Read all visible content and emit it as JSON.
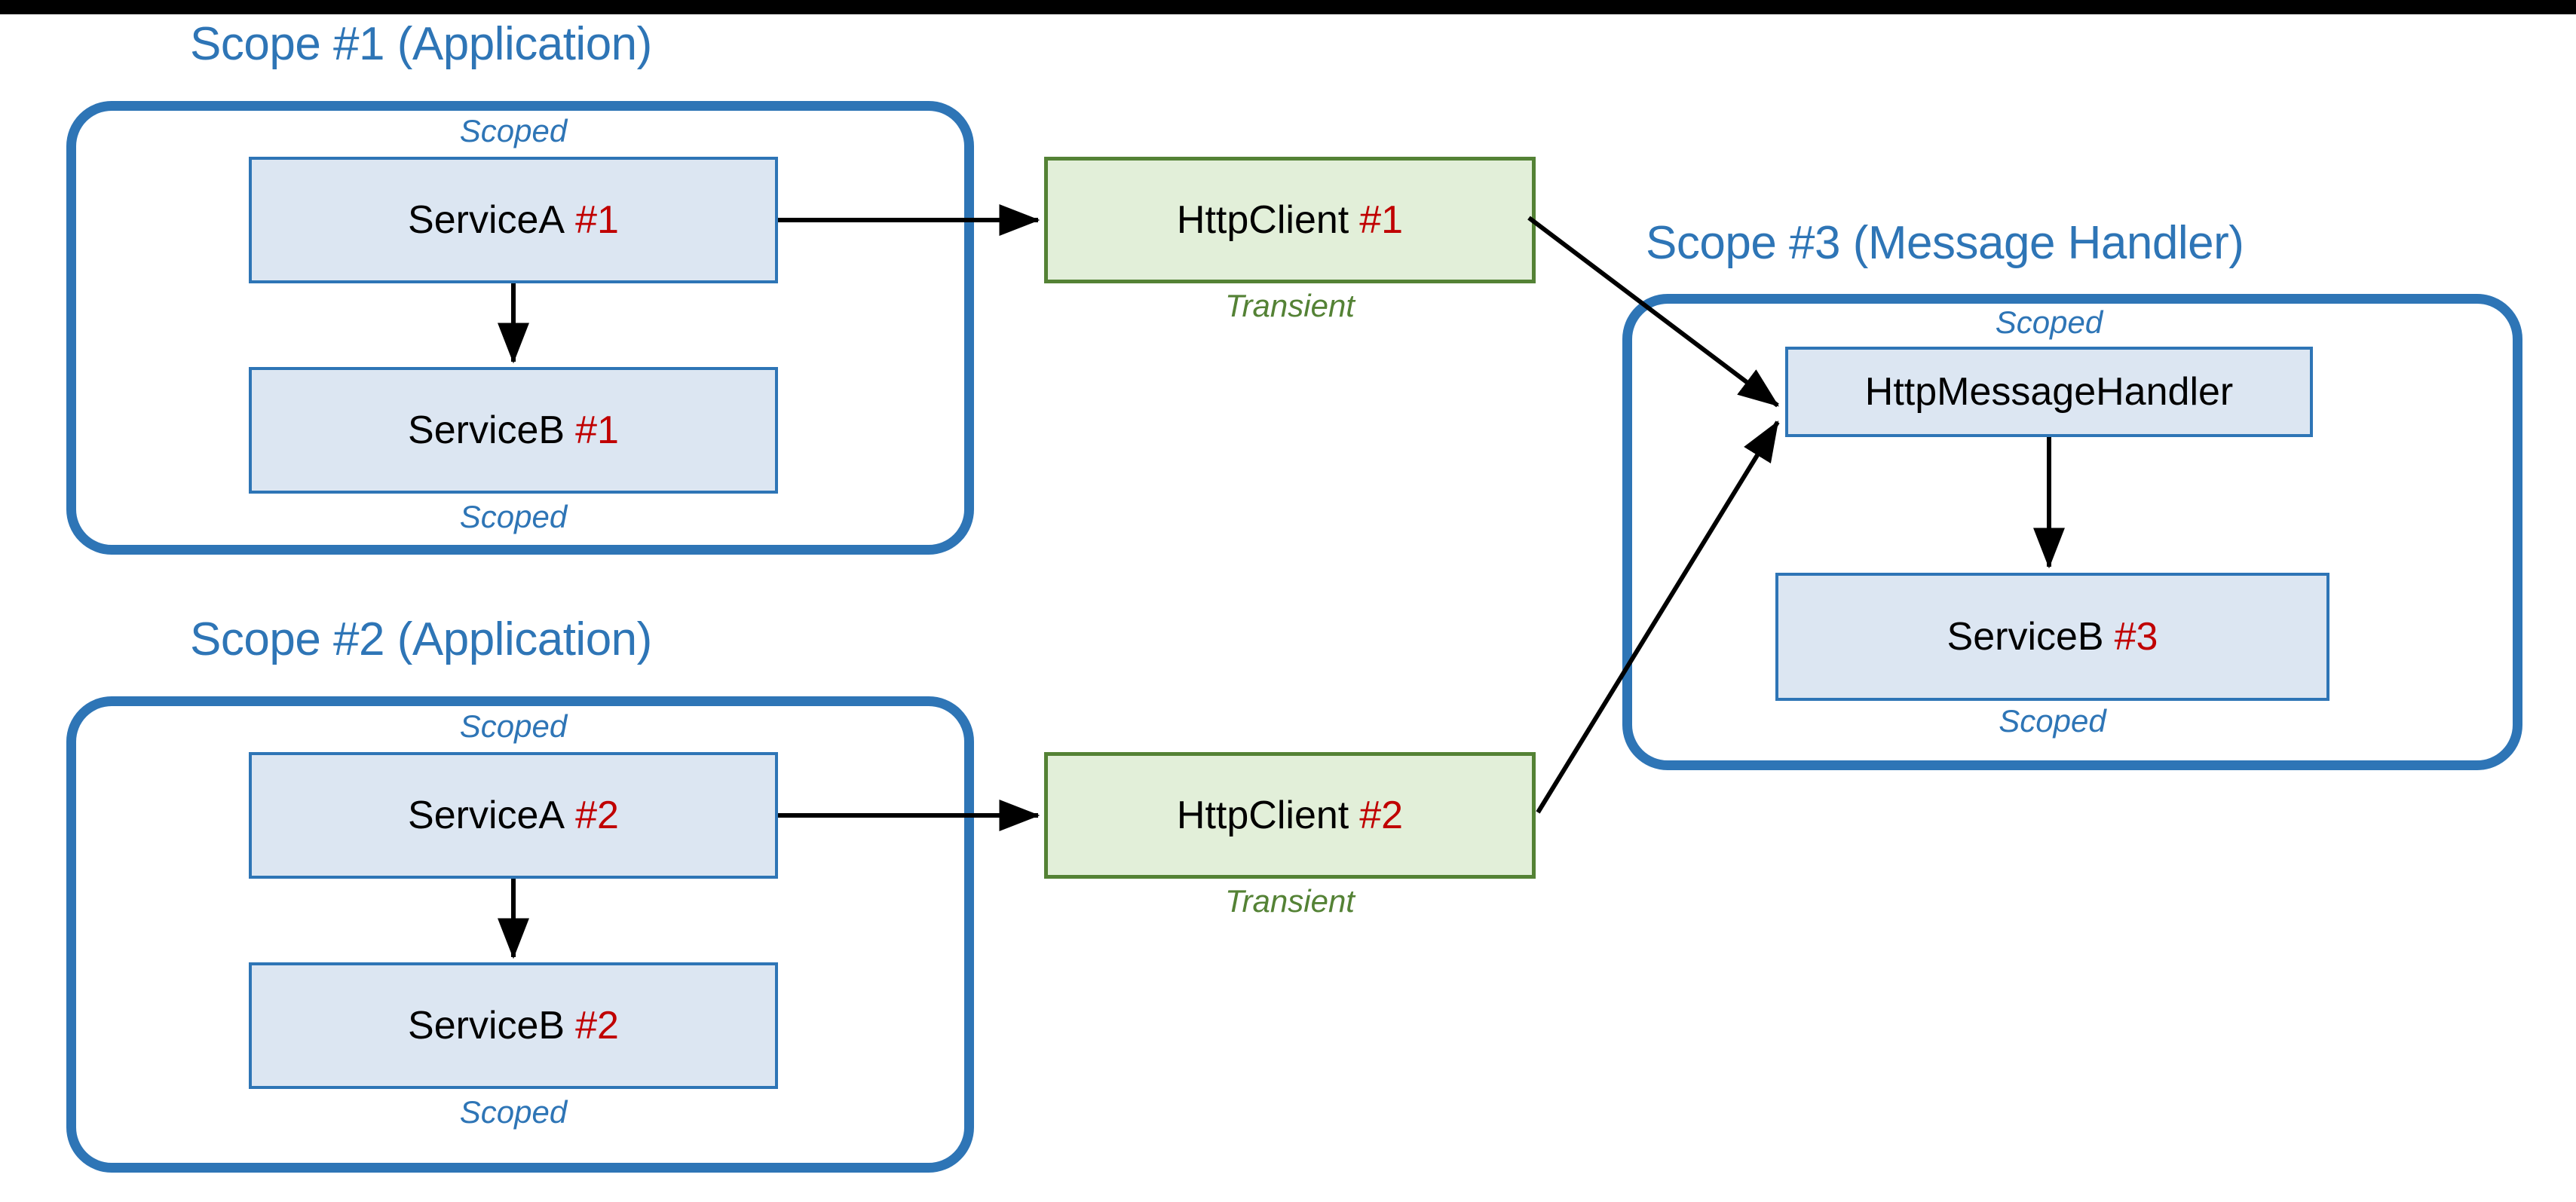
{
  "diagram": {
    "title_bar": "",
    "colors": {
      "scope_border": "#2e75b6",
      "scope_title": "#2e75b6",
      "node_blue_fill": "#dce6f2",
      "node_blue_border": "#2e75b6",
      "node_green_fill": "#e2efd9",
      "node_green_border": "#548235",
      "instance_number": "#c00000",
      "scoped_label": "#2e75b6",
      "transient_label": "#548235",
      "arrow": "#000000",
      "top_band": "#000000"
    },
    "scopes": [
      {
        "id": "scope-1",
        "title": "Scope #1 (Application)",
        "nodes": [
          {
            "id": "servicea-1",
            "name": "ServiceA",
            "instance": "#1",
            "lifetime": "Scoped",
            "lifetime_position": "above"
          },
          {
            "id": "serviceb-1",
            "name": "ServiceB",
            "instance": "#1",
            "lifetime": "Scoped",
            "lifetime_position": "below"
          }
        ]
      },
      {
        "id": "scope-2",
        "title": "Scope #2 (Application)",
        "nodes": [
          {
            "id": "servicea-2",
            "name": "ServiceA",
            "instance": "#2",
            "lifetime": "Scoped",
            "lifetime_position": "above"
          },
          {
            "id": "serviceb-2",
            "name": "ServiceB",
            "instance": "#2",
            "lifetime": "Scoped",
            "lifetime_position": "below"
          }
        ]
      },
      {
        "id": "scope-3",
        "title": "Scope #3 (Message Handler)",
        "nodes": [
          {
            "id": "httpmessagehandler",
            "name": "HttpMessageHandler",
            "instance": "",
            "lifetime": "Scoped",
            "lifetime_position": "above"
          },
          {
            "id": "serviceb-3",
            "name": "ServiceB",
            "instance": "#3",
            "lifetime": "Scoped",
            "lifetime_position": "below"
          }
        ]
      }
    ],
    "free_nodes": [
      {
        "id": "httpclient-1",
        "name": "HttpClient",
        "instance": "#1",
        "lifetime": "Transient",
        "lifetime_position": "below"
      },
      {
        "id": "httpclient-2",
        "name": "HttpClient",
        "instance": "#2",
        "lifetime": "Transient",
        "lifetime_position": "below"
      }
    ],
    "edges": [
      {
        "from": "servicea-1",
        "to": "serviceb-1",
        "style": "vertical"
      },
      {
        "from": "servicea-1",
        "to": "httpclient-1",
        "style": "horizontal"
      },
      {
        "from": "httpclient-1",
        "to": "httpmessagehandler",
        "style": "diagonal-down"
      },
      {
        "from": "servicea-2",
        "to": "serviceb-2",
        "style": "vertical"
      },
      {
        "from": "servicea-2",
        "to": "httpclient-2",
        "style": "horizontal"
      },
      {
        "from": "httpclient-2",
        "to": "httpmessagehandler",
        "style": "diagonal-up"
      },
      {
        "from": "httpmessagehandler",
        "to": "serviceb-3",
        "style": "vertical"
      }
    ]
  }
}
